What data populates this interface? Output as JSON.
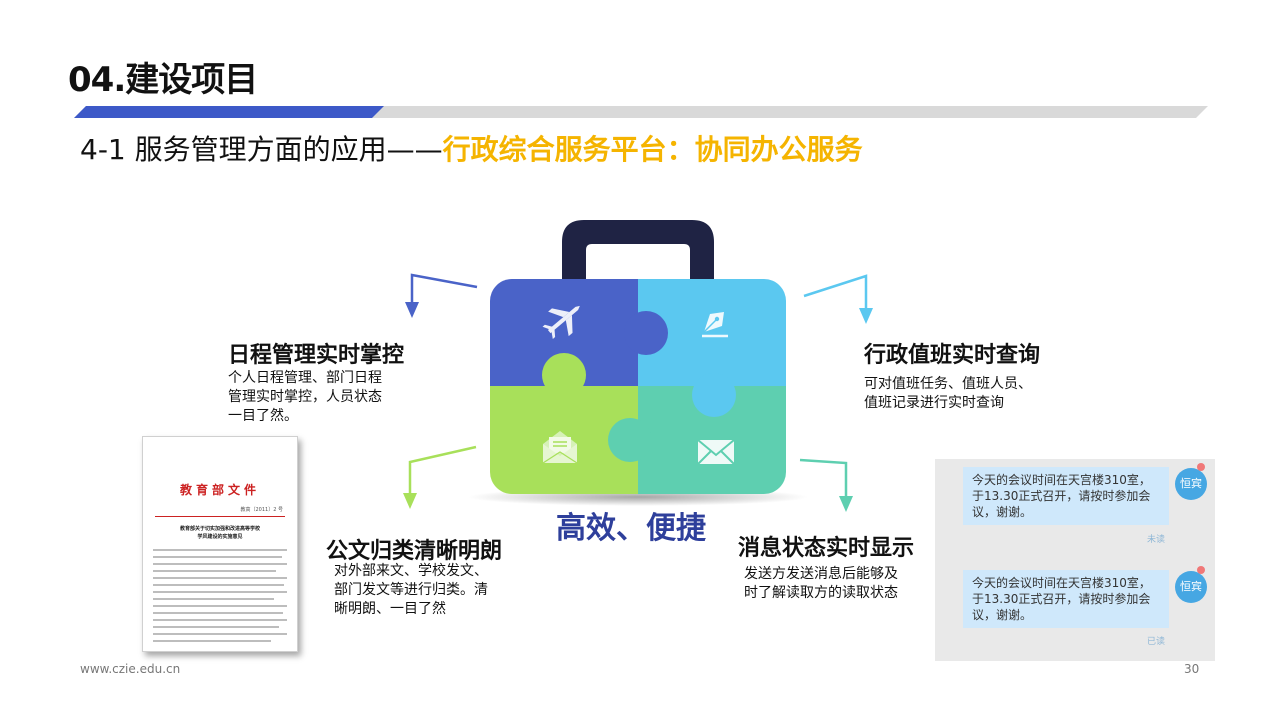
{
  "title": "04.建设项目",
  "subtitle": {
    "prefix": "4-1 服务管理方面的应用——",
    "highlight": "行政综合服务平台：协同办公服务"
  },
  "slogan": "高效、便捷",
  "features": {
    "schedule": {
      "title": "日程管理实时掌控",
      "desc": [
        "个人日程管理、部门日程",
        "管理实时掌控，人员状态",
        "一目了然。"
      ]
    },
    "duty": {
      "title": "行政值班实时查询",
      "desc": [
        "可对值班任务、值班人员、",
        "值班记录进行实时查询"
      ]
    },
    "documents": {
      "title": "公文归类清晰明朗",
      "desc": [
        "对外部来文、学校发文、",
        "部门发文等进行归类。清",
        "晰明朗、一目了然"
      ]
    },
    "messages": {
      "title": "消息状态实时显示",
      "desc": [
        "发送方发送消息后能够及",
        "时了解读取方的读取状态"
      ]
    }
  },
  "document_thumb": {
    "header": "教育部文件",
    "number": "教高〔2011〕2 号",
    "heading": [
      "教育部关于切实加强和改进高等学校",
      "学风建设的实施意见"
    ]
  },
  "chat": {
    "messages": [
      {
        "text": [
          "今天的会议时间在天宫楼310室，",
          "于13.30正式召开，请按时参加会",
          "议，谢谢。"
        ],
        "status": "未读",
        "sender": "恒宾"
      },
      {
        "text": [
          "今天的会议时间在天宫楼310室，",
          "于13.30正式召开，请按时参加会",
          "议，谢谢。"
        ],
        "status": "已读",
        "sender": "恒宾"
      }
    ]
  },
  "footer": {
    "url": "www.czie.edu.cn",
    "page": "30"
  },
  "colors": {
    "accent_yellow": "#f5b400",
    "slogan_blue": "#2e3f9b",
    "puzzle_blue": "#4a63c8",
    "puzzle_cyan": "#5bc8f0",
    "puzzle_green": "#a8e05a",
    "puzzle_teal": "#5ecfb0",
    "handle_navy": "#1f2344"
  },
  "icons": [
    "airplane-icon",
    "pen-nib-icon",
    "open-envelope-icon",
    "envelope-icon"
  ]
}
